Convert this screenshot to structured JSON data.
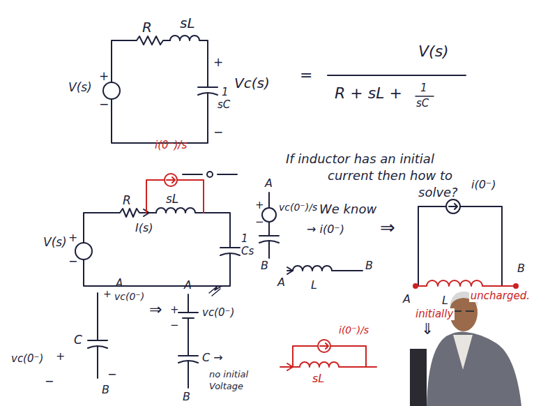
{
  "diagram": {
    "labels": [
      "R",
      "sL",
      "V(s)",
      "+",
      "−",
      "+",
      "1",
      "sC",
      "−",
      "Vc(s)",
      "=",
      "V(s)",
      "R + sL +",
      "1",
      "sC",
      "i(0⁻)/s",
      "If inductor has an initial",
      "current then how to",
      "solve?",
      "R",
      "sL",
      "V(s)",
      "+",
      "−",
      "I(s)",
      "1",
      "Cs",
      "A",
      "+",
      "vc(0⁻)/s",
      "−",
      "B",
      "We know",
      "→ i(0⁻)",
      "A",
      "L",
      "B",
      "⇒",
      "i(0⁻)",
      "A",
      "L",
      "B",
      "initially",
      "uncharged.",
      "⇓",
      "A",
      "+",
      "vc(0⁻)",
      "⇒",
      "vc(0⁻)",
      "+",
      "−",
      "C",
      "B",
      "−",
      "A",
      "+",
      "vc(0⁻)",
      "−",
      "C →",
      "no initial",
      "Voltage",
      "B",
      "i(0⁻)/s",
      "sL"
    ]
  }
}
